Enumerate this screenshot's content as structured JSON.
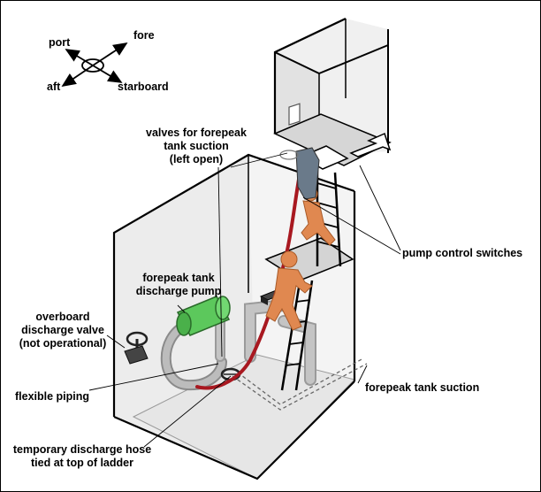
{
  "compass": {
    "port": "port",
    "fore": "fore",
    "aft": "aft",
    "starboard": "starboard"
  },
  "labels": {
    "valves_line1": "valves for forepeak",
    "valves_line2": "tank suction",
    "valves_line3": "(left open)",
    "pump_line1": "forepeak tank",
    "pump_line2": "discharge pump",
    "overboard_line1": "overboard",
    "overboard_line2": "discharge valve",
    "overboard_line3": "(not operational)",
    "flexible_piping": "flexible piping",
    "hose_line1": "temporary discharge hose",
    "hose_line2": "tied at top of ladder",
    "pump_control_switches": "pump control switches",
    "forepeak_tank_suction": "forepeak tank suction"
  },
  "colors": {
    "pump": "#5cc85c",
    "hose": "#a81820",
    "person": "#e08850",
    "pipe": "#b8b8b8",
    "floor": "#e8e8e8"
  }
}
